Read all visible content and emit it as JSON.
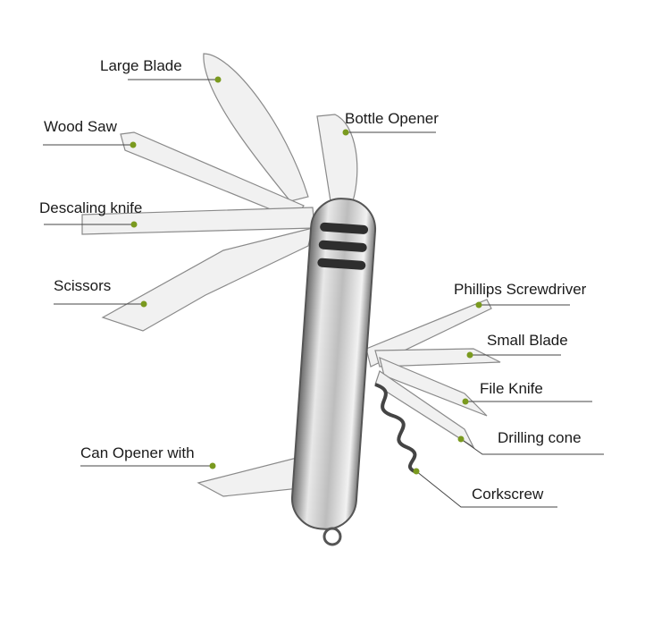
{
  "colors": {
    "dot": "#7a9a1f",
    "leader": "#444444",
    "metal": "#d8d8d8",
    "dark": "#3a3a3a"
  },
  "labels": {
    "large_blade": "Large Blade",
    "wood_saw": "Wood Saw",
    "descaling_knife": "Descaling knife",
    "scissors": "Scissors",
    "can_opener": "Can Opener with",
    "bottle_opener": "Bottle Opener",
    "phillips": "Phillips Screwdriver",
    "small_blade": "Small Blade",
    "file_knife": "File Knife",
    "drilling_cone": "Drilling cone",
    "corkscrew": "Corkscrew"
  }
}
